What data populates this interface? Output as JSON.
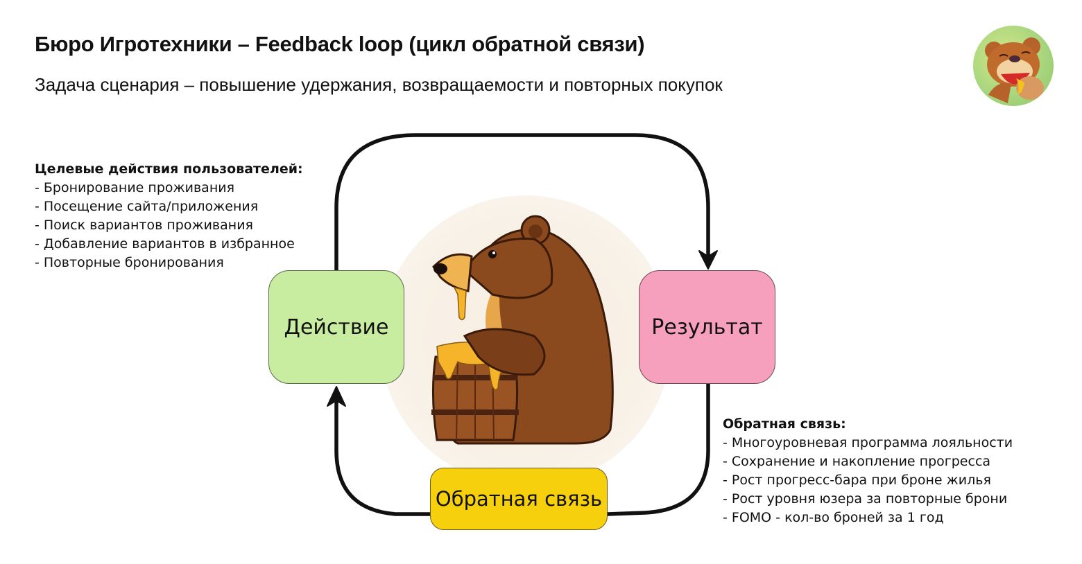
{
  "header": {
    "title": "Бюро Игротехники – Feedback loop (цикл обратной связи)",
    "subtitle": "Задача сценария – повышение удержания, возвращаемости и повторных покупок"
  },
  "logo": {
    "icon": "bear-eating-honey-avatar-icon"
  },
  "target_actions": {
    "heading": "Целевые действия пользователей:",
    "items": [
      "- Бронирование проживания",
      "- Посещение сайта/приложения",
      "- Поиск вариантов проживания",
      "- Добавление вариантов в избранное",
      "- Повторные бронирования"
    ]
  },
  "feedback_details": {
    "heading": "Обратная связь:",
    "items": [
      "- Многоуровневая программа лояльности",
      "- Сохранение и накопление прогресса",
      "- Рост прогресс-бара при броне жилья",
      "- Рост уровня юзера за повторные брони",
      "- FOMO - кол-во броней за 1 год"
    ]
  },
  "loop": {
    "nodes": [
      {
        "id": "action",
        "label": "Действие",
        "color": "#c8eda0"
      },
      {
        "id": "result",
        "label": "Результат",
        "color": "#f7a0be"
      },
      {
        "id": "feedback",
        "label": "Обратная связь",
        "color": "#f6d00c"
      }
    ],
    "edges": [
      {
        "from": "action",
        "to": "result"
      },
      {
        "from": "result",
        "to": "feedback"
      },
      {
        "from": "feedback",
        "to": "action"
      }
    ],
    "center_illustration": "bear-hugging-honey-barrel-icon"
  }
}
